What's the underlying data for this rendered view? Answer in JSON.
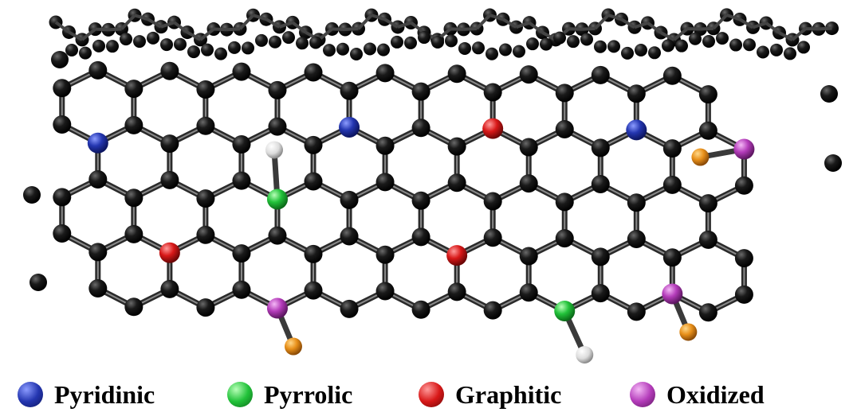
{
  "legend": {
    "items": [
      {
        "key": "pyridinic",
        "label": "Pyridinic",
        "color": "#1f2fa0"
      },
      {
        "key": "pyrrolic",
        "label": "Pyrrolic",
        "color": "#22b83a"
      },
      {
        "key": "graphitic",
        "label": "Graphitic",
        "color": "#d01818"
      },
      {
        "key": "oxidized",
        "label": "Oxidized",
        "color": "#b23cb6"
      }
    ]
  },
  "colors": {
    "carbon": "#111111",
    "bond": "#5a5a5a",
    "hydrogen": "#e6e6e6",
    "oxygen": "#e08a14"
  }
}
